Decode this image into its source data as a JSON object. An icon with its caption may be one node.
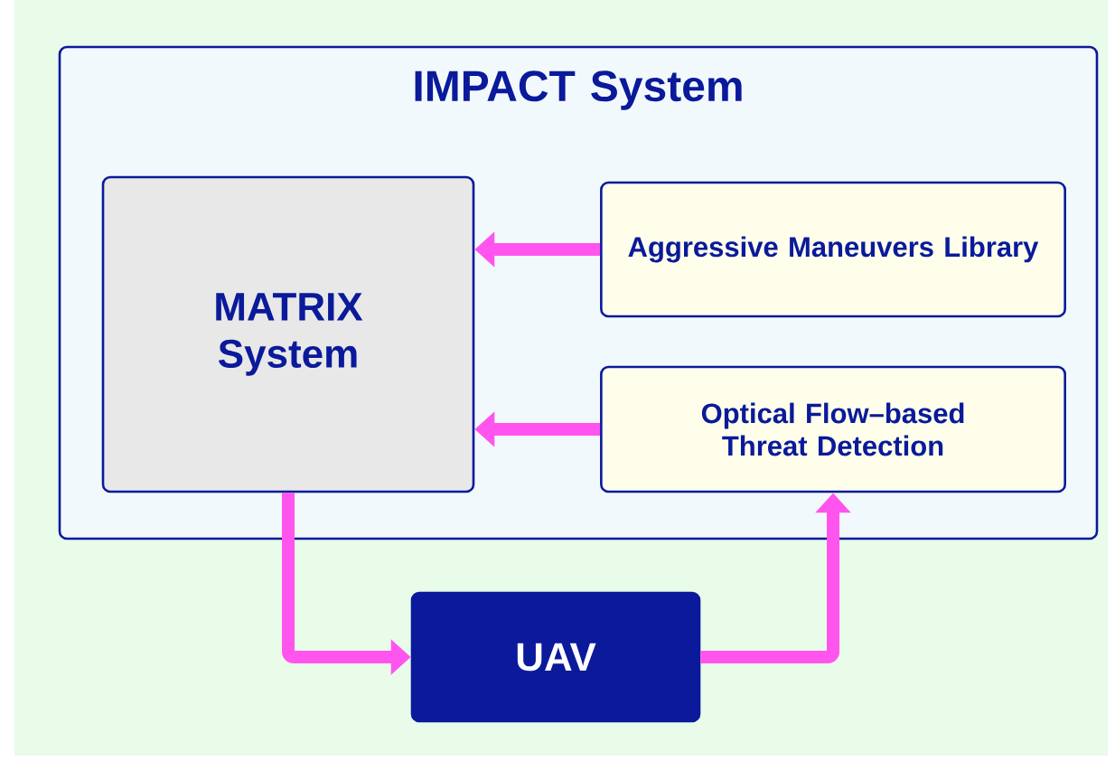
{
  "diagram": {
    "nodes": [
      {
        "text": [
          "IMPACT System"
        ]
      },
      {
        "text": [
          "MATRIX System"
        ],
        "in": 0
      },
      {
        "text": [
          "Aggressive Maneuvers Library"
        ],
        "in": 0
      },
      {
        "text": [
          "Optical Flow–based Threat Detection"
        ],
        "in": 0
      },
      {
        "text": [
          "UAV"
        ]
      }
    ],
    "edges": [
      {
        "from": 2,
        "to": 1,
        "arrow": "to"
      },
      {
        "from": 3,
        "to": 1,
        "arrow": "to"
      },
      {
        "from": 1,
        "to": 4,
        "arrow": "to"
      },
      {
        "from": 4,
        "to": 3,
        "arrow": "to"
      }
    ]
  }
}
